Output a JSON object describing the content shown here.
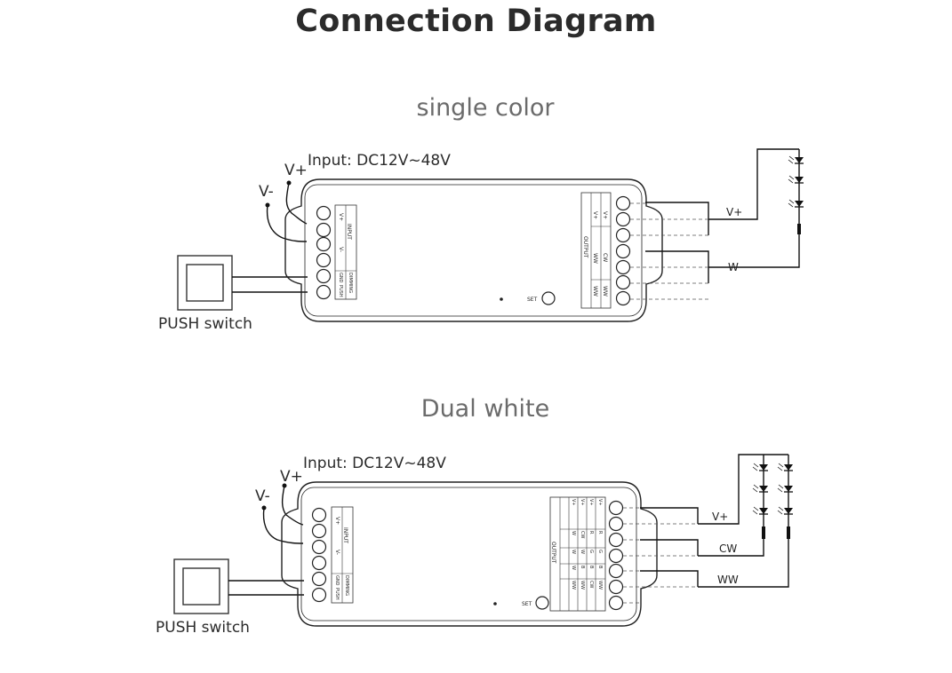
{
  "page": {
    "title": "Connection Diagram"
  },
  "diagrams": [
    {
      "subtitle": "single color",
      "input_label": "Input: DC12V~48V",
      "v_plus": "V+",
      "v_minus": "V-",
      "switch_label": "PUSH switch",
      "input_header": "INPUT",
      "input_pins": [
        "V+",
        "V-"
      ],
      "dimming_header": "DIMMING",
      "dimming_pins": [
        "GND",
        "PUSH"
      ],
      "set_label": "SET",
      "output_header": "OUTPUT",
      "output_columns": [
        [
          "V+",
          "V+"
        ],
        [
          "WW",
          "CW"
        ],
        [
          "WW",
          "WW"
        ]
      ],
      "wire_labels": [
        "V+",
        "W"
      ]
    },
    {
      "subtitle": "Dual white",
      "input_label": "Input: DC12V~48V",
      "v_plus": "V+",
      "v_minus": "V-",
      "switch_label": "PUSH switch",
      "input_header": "INPUT",
      "input_pins": [
        "V+",
        "V-"
      ],
      "dimming_header": "DIMMING",
      "dimming_pins": [
        "GND",
        "PUSH"
      ],
      "set_label": "SET",
      "output_header": "OUTPUT",
      "output_columns": [
        [
          "V+",
          "V+",
          "V+",
          "V+"
        ],
        [
          "W",
          "CW",
          "R",
          "R"
        ],
        [
          "W",
          "W",
          "G",
          "G"
        ],
        [
          "W",
          "B",
          "B",
          "B"
        ],
        [
          "WW",
          "WW",
          "CW",
          "WW"
        ]
      ],
      "wire_labels": [
        "V+",
        "CW",
        "WW"
      ]
    }
  ]
}
